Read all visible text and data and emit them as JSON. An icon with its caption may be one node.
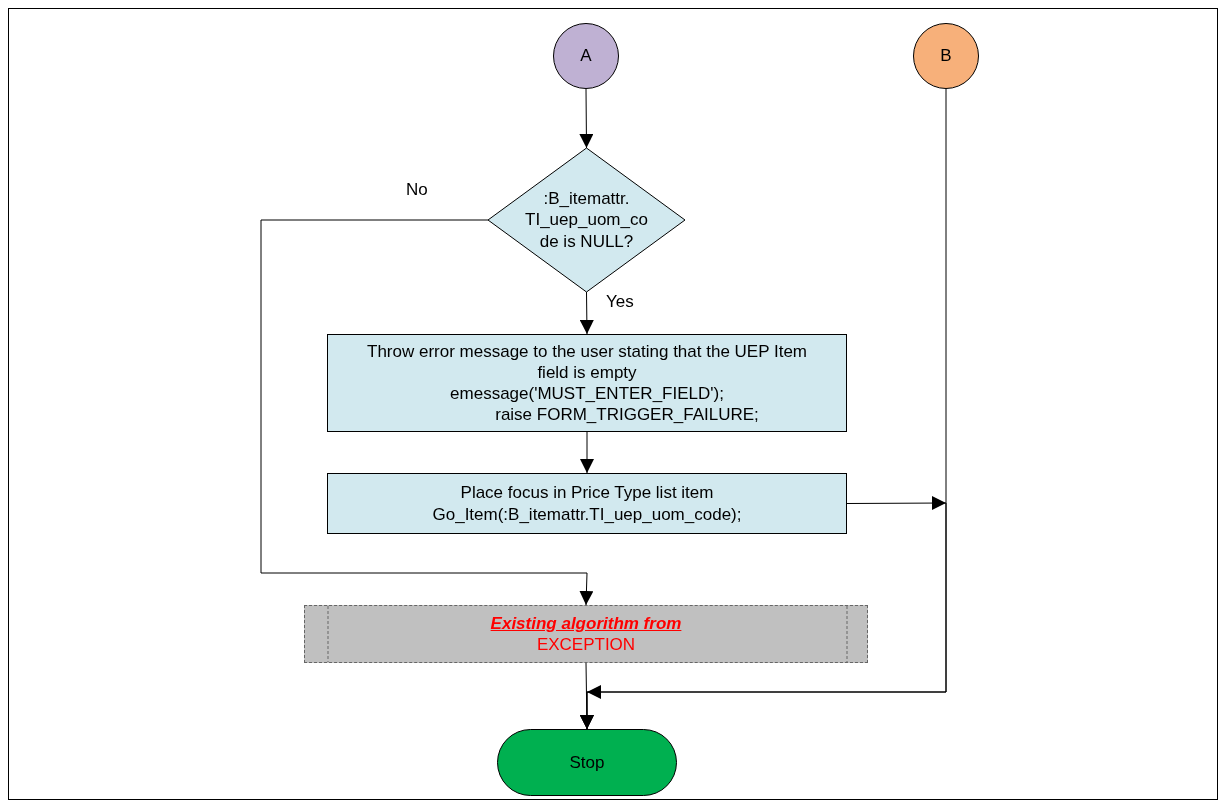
{
  "diagram": {
    "nodes": [
      {
        "text": [
          "A"
        ]
      },
      {
        "text": [
          "B"
        ]
      },
      {
        "text": [
          ":B_itemattr. TI_uep_uom_co de is NULL?"
        ]
      },
      {
        "text": [
          "Throw error message to the user stating that the UEP Item field is empty",
          "emessage('MUST_ENTER_FIELD');",
          "raise FORM_TRIGGER_FAILURE;"
        ]
      },
      {
        "text": [
          "Place focus in Price Type list item",
          "Go_Item(:B_itemattr.TI_uep_uom_code);"
        ]
      },
      {
        "text": [
          "Existing algorithm from",
          "EXCEPTION"
        ]
      },
      {
        "text": [
          "Stop"
        ]
      }
    ],
    "edges": [
      {
        "from": 0,
        "to": 2,
        "arrow": "to"
      },
      {
        "from": 2,
        "to": 3,
        "arrow": "to",
        "label": "Yes"
      },
      {
        "from": 2,
        "to": 5,
        "arrow": "to",
        "label": "No"
      },
      {
        "from": 3,
        "to": 4,
        "arrow": "to"
      },
      {
        "from": 4,
        "to": 6,
        "arrow": "to"
      },
      {
        "from": 1,
        "to": 6,
        "arrow": "to"
      },
      {
        "from": 5,
        "to": 6,
        "arrow": "to"
      }
    ]
  }
}
